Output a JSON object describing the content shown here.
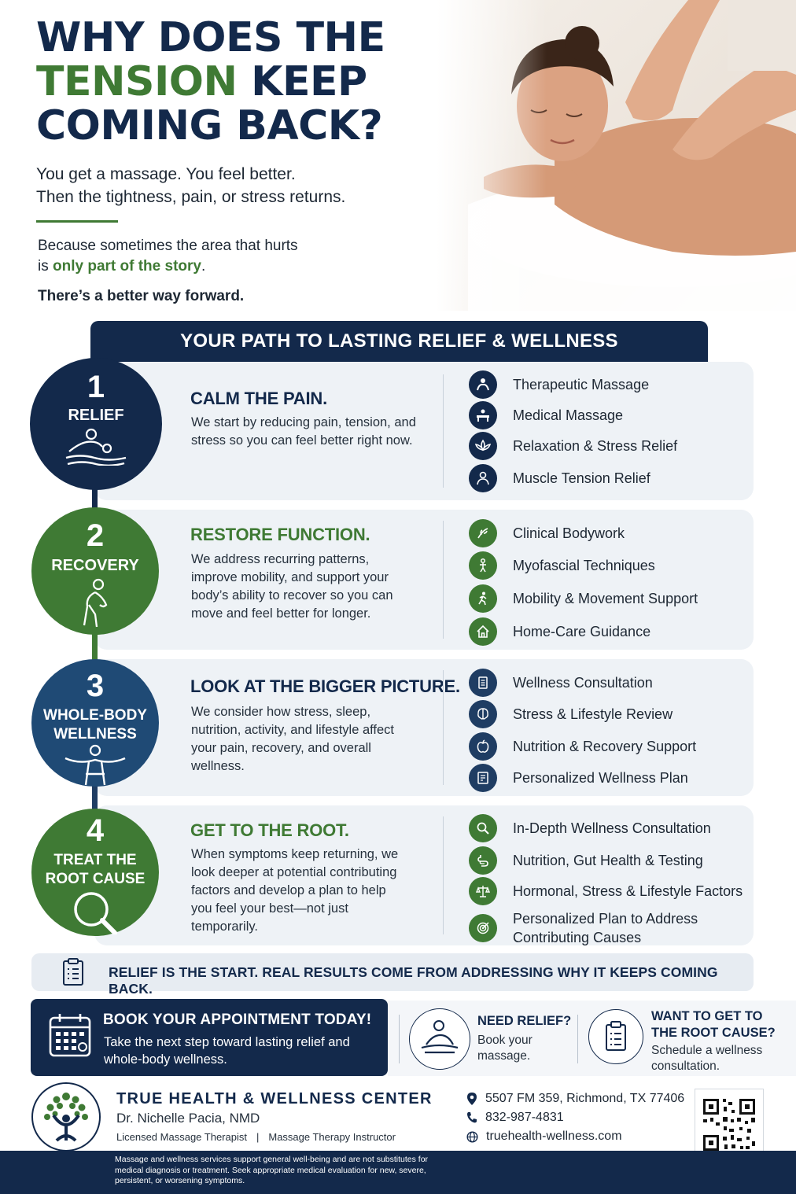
{
  "hero": {
    "title_line1": "WHY DOES THE",
    "title_green": "TENSION",
    "title_line2_rest": " KEEP",
    "title_line3": "COMING BACK?",
    "intro_line1": "You get a massage. You feel better.",
    "intro_line2": "Then the tightness, pain, or stress returns.",
    "story_line1": "Because sometimes the area that hurts",
    "story_prefix": "is ",
    "story_highlight": "only part of the story",
    "story_suffix": ".",
    "better_way": "There’s a better way forward."
  },
  "path_header": "YOUR PATH TO LASTING RELIEF & WELLNESS",
  "steps": [
    {
      "number": "1",
      "name": "RELIEF",
      "heading": "CALM THE PAIN.",
      "description": "We start by reducing pain, tension, and stress so you can feel better right now.",
      "color": "#13294b",
      "services": [
        {
          "label": "Therapeutic Massage",
          "icon": "hands-icon"
        },
        {
          "label": "Medical Massage",
          "icon": "massage-table-icon"
        },
        {
          "label": "Relaxation & Stress Relief",
          "icon": "lotus-icon"
        },
        {
          "label": "Muscle Tension Relief",
          "icon": "person-shoulder-icon"
        }
      ]
    },
    {
      "number": "2",
      "name": "RECOVERY",
      "heading": "RESTORE FUNCTION.",
      "description": "We address recurring patterns, improve mobility, and support your body’s ability to recover so you can move and feel better for longer.",
      "color": "#3f7a34",
      "services": [
        {
          "label": "Clinical Bodywork",
          "icon": "herbs-icon"
        },
        {
          "label": "Myofascial Techniques",
          "icon": "body-icon"
        },
        {
          "label": "Mobility & Movement Support",
          "icon": "walking-icon"
        },
        {
          "label": "Home-Care Guidance",
          "icon": "home-icon"
        }
      ]
    },
    {
      "number": "3",
      "name_line1": "WHOLE-BODY",
      "name_line2": "WELLNESS",
      "heading": "LOOK AT THE BIGGER PICTURE.",
      "description": "We consider how stress, sleep, nutrition, activity, and lifestyle affect your pain, recovery, and overall wellness.",
      "color": "#1f3d63",
      "services": [
        {
          "label": "Wellness Consultation",
          "icon": "clipboard-icon"
        },
        {
          "label": "Stress & Lifestyle Review",
          "icon": "brain-icon"
        },
        {
          "label": "Nutrition & Recovery Support",
          "icon": "apple-icon"
        },
        {
          "label": "Personalized Wellness Plan",
          "icon": "plan-icon"
        }
      ]
    },
    {
      "number": "4",
      "name_line1": "TREAT THE",
      "name_line2": "ROOT CAUSE",
      "heading": "GET TO THE ROOT.",
      "description": "When symptoms keep returning, we look deeper at potential contributing factors and develop a plan to help you feel your best—not just temporarily.",
      "color": "#3f7a34",
      "services": [
        {
          "label": "In-Depth Wellness Consultation",
          "icon": "magnifier-icon"
        },
        {
          "label": "Nutrition, Gut Health & Testing",
          "icon": "gut-icon"
        },
        {
          "label": "Hormonal, Stress & Lifestyle Factors",
          "icon": "scale-icon"
        },
        {
          "label_line1": "Personalized Plan to Address",
          "label_line2": "Contributing Causes",
          "icon": "target-icon"
        }
      ]
    }
  ],
  "banner": "RELIEF IS THE START.  REAL RESULTS COME FROM ADDRESSING WHY IT KEEPS COMING BACK.",
  "book": {
    "heading": "BOOK YOUR APPOINTMENT TODAY!",
    "sub": "Take the next step toward lasting relief and whole-body wellness."
  },
  "cta_relief": {
    "heading": "NEED RELIEF?",
    "sub_line1": "Book your",
    "sub_line2": "massage."
  },
  "cta_root": {
    "heading_line1": "WANT TO GET TO",
    "heading_line2": "THE ROOT CAUSE?",
    "sub_line1": "Schedule a wellness",
    "sub_line2": "consultation."
  },
  "footer": {
    "org": "TRUE HEALTH & WELLNESS CENTER",
    "doctor": "Dr. Nichelle Pacia, NMD",
    "role1": "Licensed Massage Therapist",
    "role_sep": "|",
    "role2": "Massage Therapy Instructor",
    "address": "5507 FM 359, Richmond, TX 77406",
    "phone": "832-987-4831",
    "website": "truehealth-wellness.com",
    "disclaimer": "Massage and wellness services support general well-being and are not substitutes for medical diagnosis or treatment. Seek appropriate medical evaluation for new, severe, persistent, or worsening symptoms."
  },
  "colors": {
    "navy": "#13294b",
    "green": "#3f7a34",
    "steel": "#1f3d63",
    "card": "#eef2f6"
  }
}
